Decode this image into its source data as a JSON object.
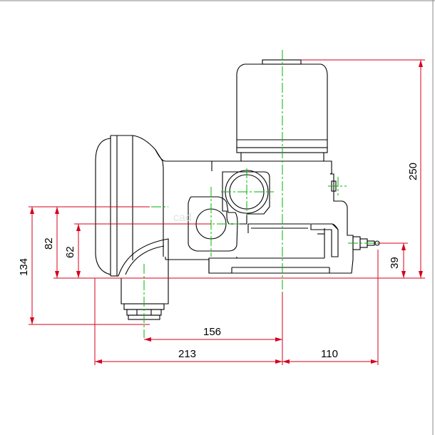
{
  "drawing": {
    "colors": {
      "outline": "#000000",
      "dimension": "#d6001c",
      "centerline": "#00b400",
      "border": "#8a8a8a"
    },
    "dimensions": {
      "d250": "250",
      "d134": "134",
      "d82": "82",
      "d62": "62",
      "d39": "39",
      "d156": "156",
      "d213": "213",
      "d110": "110"
    },
    "watermark": "cad"
  }
}
